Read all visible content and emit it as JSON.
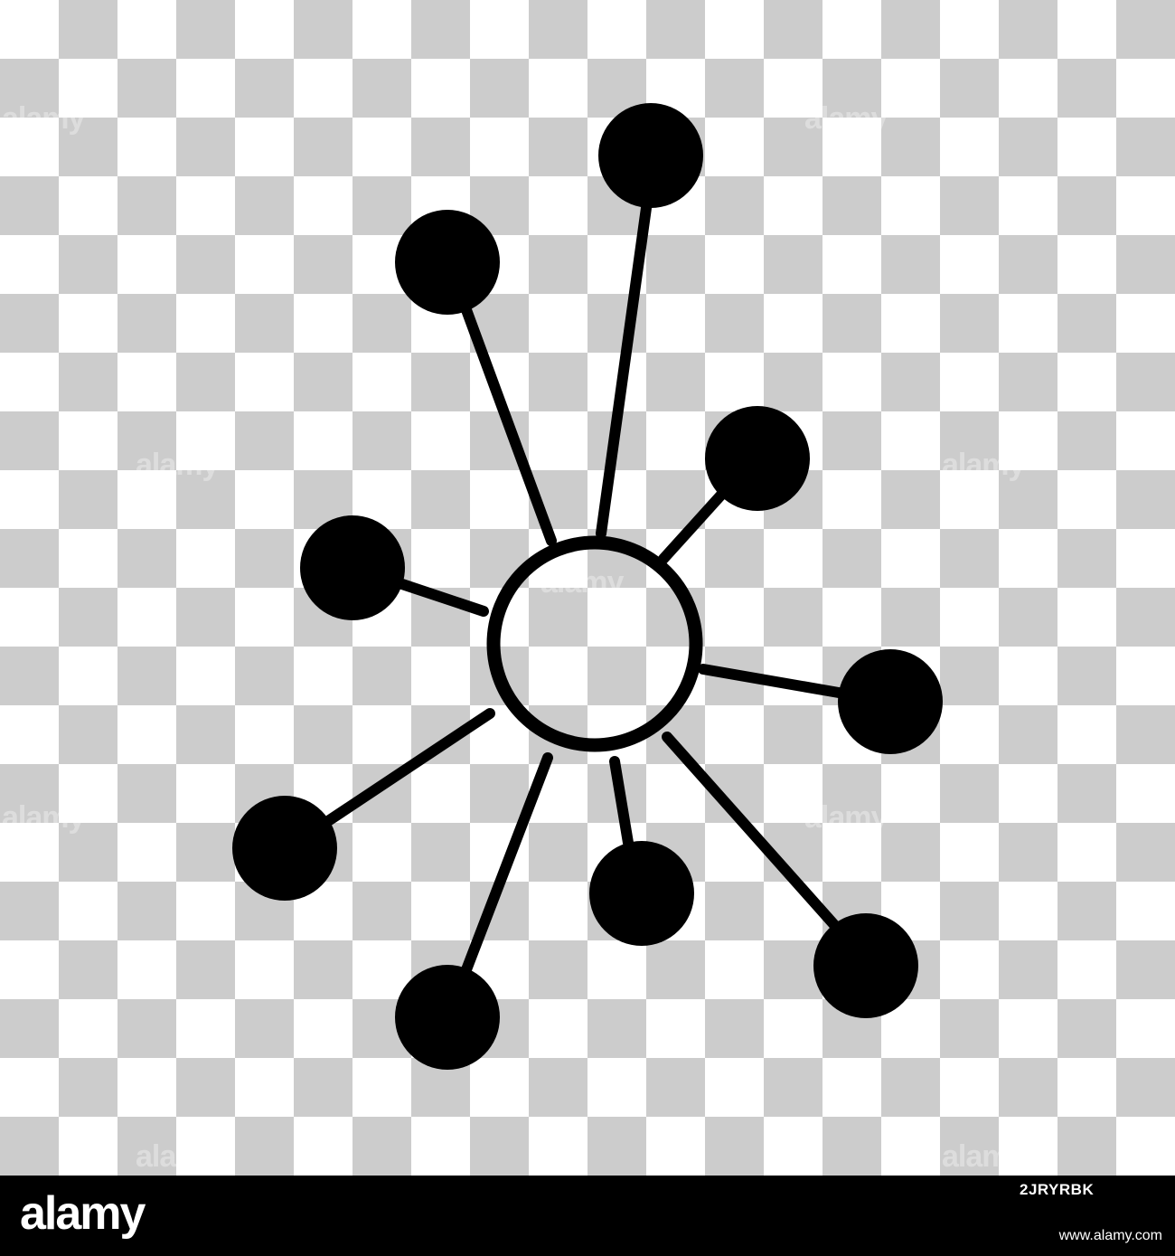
{
  "image": {
    "background": "transparent-checkerboard",
    "checker_colors": [
      "#cccccc",
      "#ffffff"
    ],
    "icon_name": "network-hub-icon",
    "icon_color": "#000000",
    "hub_fill": "transparent"
  },
  "watermark": {
    "text": "alamy"
  },
  "footer": {
    "brand": "alamy",
    "image_id": "2JRYRBK",
    "site": "www.alamy.com",
    "background": "#000000",
    "text_color": "#ffffff"
  }
}
